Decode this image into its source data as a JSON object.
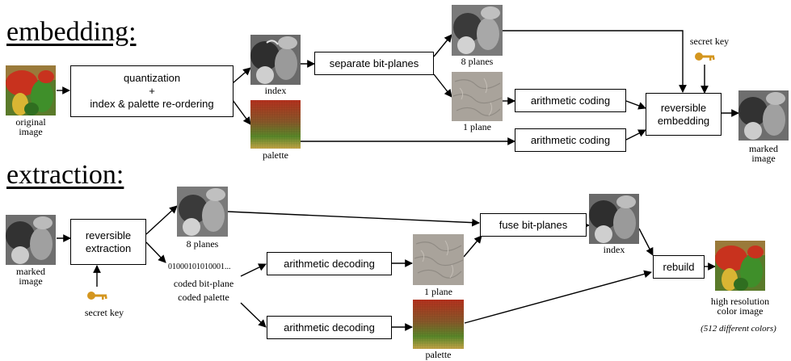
{
  "embedding": {
    "title": "embedding:",
    "original_caption": [
      "original",
      "image"
    ],
    "quantization_box": [
      "quantization",
      "+",
      "index & palette re-ordering"
    ],
    "index_caption": "index",
    "palette_caption": "palette",
    "separate_box": "separate bit-planes",
    "eight_planes_caption": "8 planes",
    "one_plane_caption": "1 plane",
    "arith_coding_1": "arithmetic coding",
    "arith_coding_2": "arithmetic coding",
    "reversible_box": [
      "reversible",
      "embedding"
    ],
    "secret_key_caption": "secret key",
    "marked_caption": [
      "marked",
      "image"
    ]
  },
  "extraction": {
    "title": "extraction:",
    "marked_caption": [
      "marked",
      "image"
    ],
    "reversible_box": [
      "reversible",
      "extraction"
    ],
    "secret_key_caption": "secret key",
    "eight_planes_caption": "8 planes",
    "bitstring": "01000101010001...",
    "coded_bitplane": "coded bit-plane",
    "coded_palette": "coded palette",
    "arith_decoding_1": "arithmetic decoding",
    "arith_decoding_2": "arithmetic decoding",
    "one_plane_caption": "1 plane",
    "palette_caption": "palette",
    "fuse_box": "fuse bit-planes",
    "index_caption": "index",
    "rebuild_box": "rebuild",
    "output_caption": [
      "high resolution",
      "color image"
    ],
    "output_note": "(512 different colors)"
  },
  "colors": {
    "key": "#d4961f",
    "pepper_red": "#c8321e",
    "pepper_green": "#3f8f2a",
    "pepper_yellow": "#d9b533",
    "gray_dark": "#3c3c3c",
    "gray_light": "#b5b5b5",
    "plane_gray": "#a9a39b"
  }
}
